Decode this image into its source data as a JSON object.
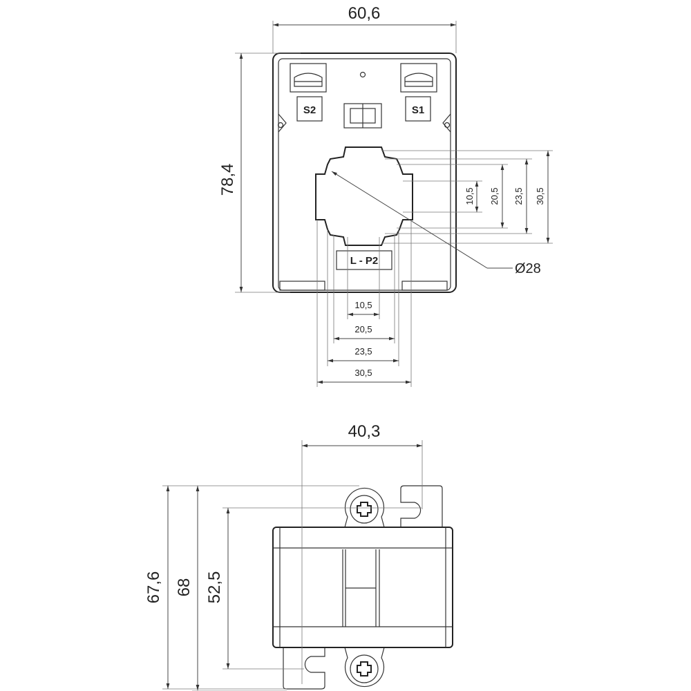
{
  "front_view": {
    "width_dim": "60,6",
    "height_dim": "78,4",
    "terminal_left": "S2",
    "terminal_right": "S1",
    "primary_label": "L - P2",
    "diameter_dim": "Ø28",
    "vertical_window_dims": [
      "10,5",
      "20,5",
      "23,5",
      "30,5"
    ],
    "horizontal_window_dims": [
      "10,5",
      "20,5",
      "23,5",
      "30,5"
    ]
  },
  "top_view": {
    "width_dim": "40,3",
    "height_dims": [
      "67,6",
      "68",
      "52,5"
    ]
  }
}
